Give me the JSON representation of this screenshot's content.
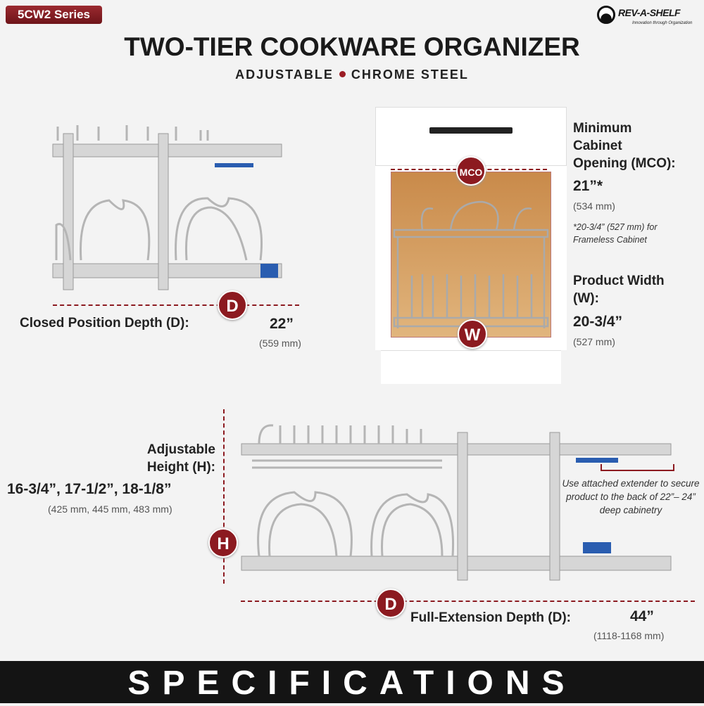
{
  "badge": {
    "series": "5CW2 Series"
  },
  "brand": {
    "logo_text": "REV-A-SHELF",
    "tagline": "Innovation through Organization"
  },
  "header": {
    "title": "TWO-TIER COOKWARE ORGANIZER",
    "subtitle_left": "ADJUSTABLE",
    "subtitle_right": "CHROME STEEL"
  },
  "closed_depth": {
    "marker": "D",
    "label": "Closed Position Depth (D):",
    "value": "22”",
    "metric": "(559 mm)"
  },
  "mco": {
    "marker": "MCO",
    "label_line1": "Minimum",
    "label_line2": "Cabinet",
    "label_line3": "Opening (MCO):",
    "value": "21”*",
    "metric": "(534 mm)",
    "note_line1": "*20-3/4” (527 mm) for",
    "note_line2": "Frameless Cabinet"
  },
  "width": {
    "marker": "W",
    "label_line1": "Product Width",
    "label_line2": "(W):",
    "value": "20-3/4”",
    "metric": "(527 mm)"
  },
  "height": {
    "marker": "H",
    "label_line1": "Adjustable",
    "label_line2": "Height (H):",
    "value": "16-3/4”, 17-1/2”, 18-1/8”",
    "metric": "(425 mm, 445 mm, 483 mm)"
  },
  "extender_note": "Use attached extender to secure product to the back of 22”– 24” deep cabinetry",
  "full_depth": {
    "marker": "D",
    "label": "Full-Extension Depth (D):",
    "value": "44”",
    "metric": "(1118-1168 mm)"
  },
  "footer": {
    "label": "SPECIFICATIONS"
  },
  "colors": {
    "accent": "#8c1a20",
    "footer_bg": "#141414",
    "background": "#f3f3f3",
    "cabinet_interior": "#d9a56a"
  }
}
